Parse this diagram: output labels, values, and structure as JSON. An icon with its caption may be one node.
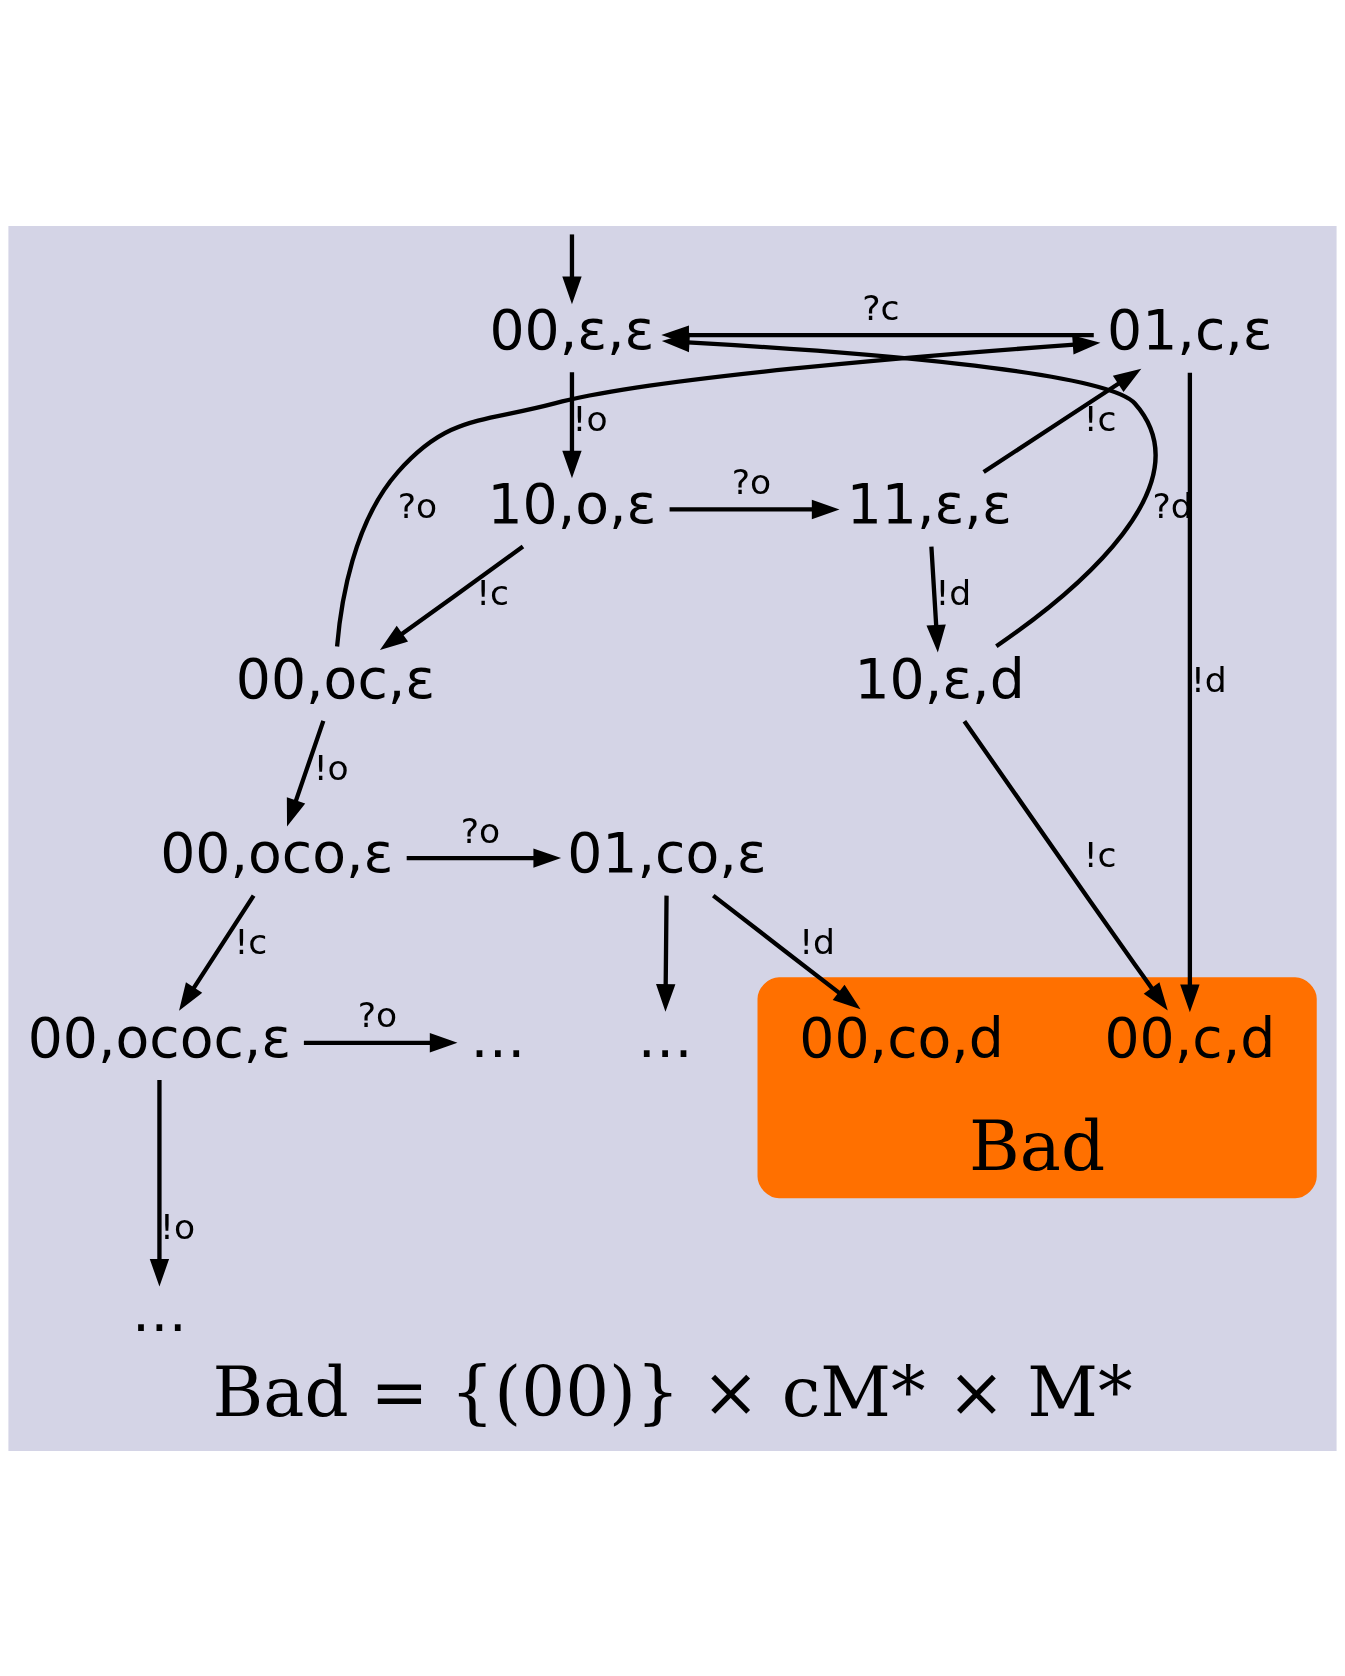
{
  "diagram": {
    "caption": "Bad = {(00)} × cM* × M*",
    "nodes": [
      {
        "text": [
          "00,ε,ε"
        ]
      },
      {
        "text": [
          "01,c,ε"
        ]
      },
      {
        "text": [
          "10,o,ε"
        ]
      },
      {
        "text": [
          "11,ε,ε"
        ]
      },
      {
        "text": [
          "00,oc,ε"
        ]
      },
      {
        "text": [
          "10,ε,d"
        ]
      },
      {
        "text": [
          "Bad"
        ]
      },
      {
        "text": [
          "00,c,d"
        ],
        "in": 6
      },
      {
        "text": [
          "00,co,d"
        ],
        "in": 6
      },
      {
        "text": [
          "00,oco,ε"
        ]
      },
      {
        "text": [
          "01,co,ε"
        ]
      },
      {
        "text": [
          "…"
        ]
      },
      {
        "text": [
          "00,ococ,ε"
        ]
      },
      {
        "text": [
          "…"
        ]
      },
      {
        "text": [
          "…"
        ]
      }
    ],
    "edges": [
      {
        "from": null,
        "to": 0,
        "arrow": "to"
      },
      {
        "from": 1,
        "to": 0,
        "arrow": "to",
        "label": "?c"
      },
      {
        "from": 0,
        "to": 2,
        "arrow": "to",
        "label": "!o"
      },
      {
        "from": 2,
        "to": 3,
        "arrow": "to",
        "label": "?o"
      },
      {
        "from": 3,
        "to": 1,
        "arrow": "to",
        "label": "!c"
      },
      {
        "from": 4,
        "to": 1,
        "arrow": "to",
        "label": "?o"
      },
      {
        "from": 1,
        "to": 7,
        "arrow": "to",
        "label": "!d"
      },
      {
        "from": 3,
        "to": 5,
        "arrow": "to",
        "label": "!d"
      },
      {
        "from": 5,
        "to": 0,
        "arrow": "to",
        "label": "?d"
      },
      {
        "from": 5,
        "to": 7,
        "arrow": "to",
        "label": "!c"
      },
      {
        "from": 2,
        "to": 4,
        "arrow": "to",
        "label": "!c"
      },
      {
        "from": 4,
        "to": 9,
        "arrow": "to",
        "label": "!o"
      },
      {
        "from": 9,
        "to": 10,
        "arrow": "to",
        "label": "?o"
      },
      {
        "from": 10,
        "to": 8,
        "arrow": "to",
        "label": "!d"
      },
      {
        "from": 10,
        "to": 11,
        "arrow": "to"
      },
      {
        "from": 9,
        "to": 12,
        "arrow": "to",
        "label": "!c"
      },
      {
        "from": 12,
        "to": 13,
        "arrow": "to",
        "label": "?o"
      },
      {
        "from": 12,
        "to": 14,
        "arrow": "to",
        "label": "!o"
      }
    ]
  }
}
